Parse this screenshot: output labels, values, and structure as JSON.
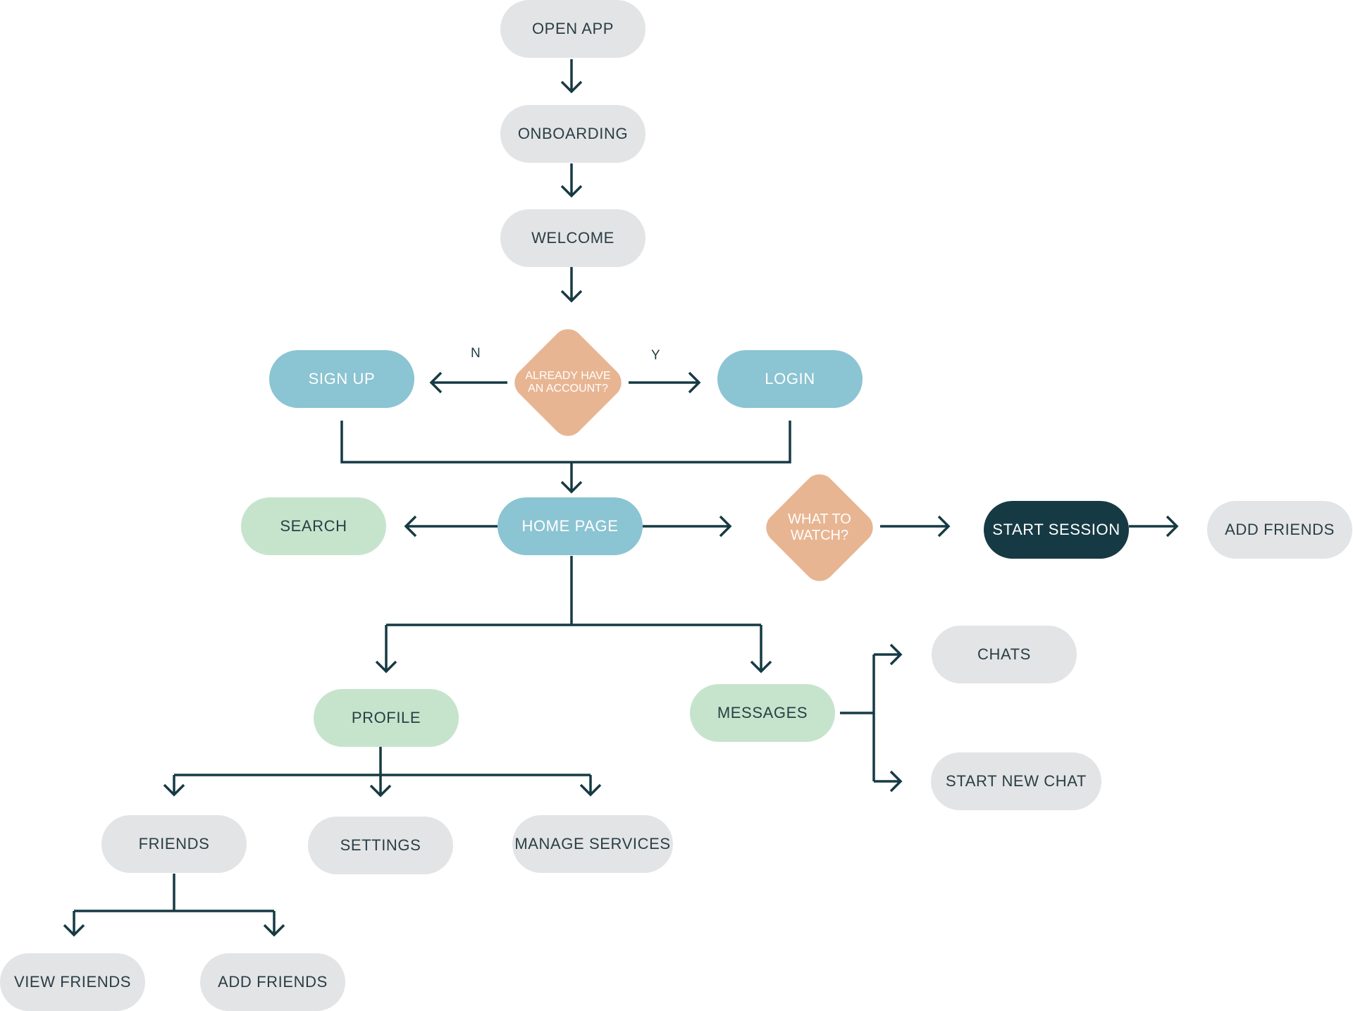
{
  "nodes": {
    "open_app": "OPEN APP",
    "onboarding": "ONBOARDING",
    "welcome": "WELCOME",
    "already_have_account": "ALREADY HAVE\nAN ACCOUNT?",
    "sign_up": "SIGN UP",
    "login": "LOGIN",
    "search": "SEARCH",
    "home_page": "HOME PAGE",
    "what_to_watch": "WHAT TO\nWATCH?",
    "start_session": "START SESSION",
    "add_friends_session": "ADD FRIENDS",
    "chats": "CHATS",
    "messages": "MESSAGES",
    "start_new_chat": "START NEW CHAT",
    "profile": "PROFILE",
    "friends": "FRIENDS",
    "settings": "SETTINGS",
    "manage_services": "MANAGE SERVICES",
    "view_friends": "VIEW FRIENDS",
    "add_friends": "ADD FRIENDS"
  },
  "edge_labels": {
    "no": "N",
    "yes": "Y"
  },
  "colors": {
    "line": "#163a44",
    "grey_node": "#e3e4e6",
    "blue_node": "#8bc4d2",
    "green_node": "#c6e4cc",
    "dark_node": "#163a44",
    "decision": "#e8b592"
  }
}
